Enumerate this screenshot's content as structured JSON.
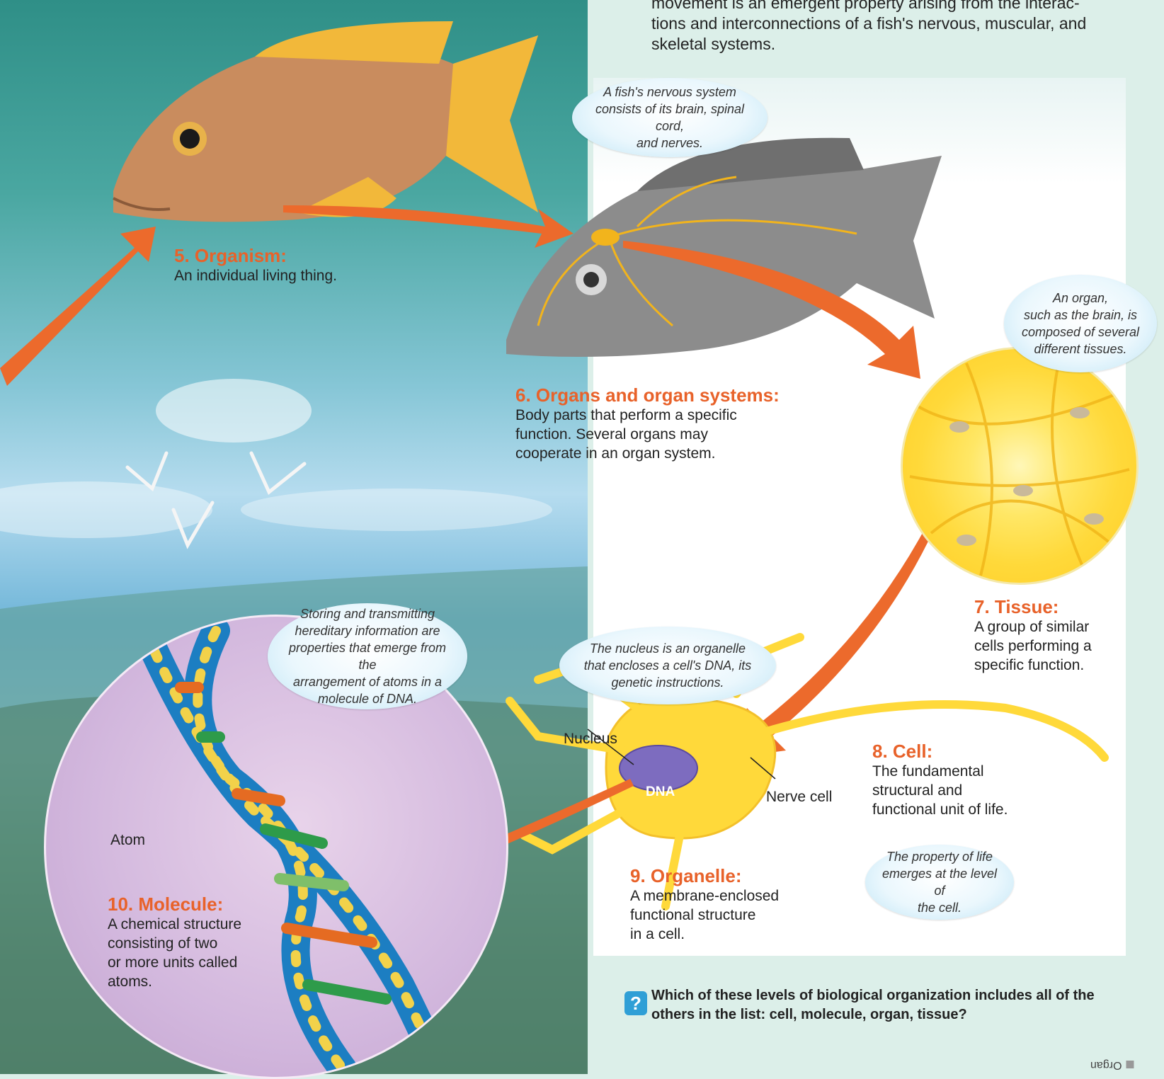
{
  "intro": {
    "lines": [
      "movement is an emergent property arising from the interac-",
      "tions and interconnections of a fish's nervous, muscular, and",
      "skeletal systems."
    ]
  },
  "levels": {
    "organism": {
      "heading": "5. Organism:",
      "desc": "An individual living thing."
    },
    "organs": {
      "heading": "6. Organs and organ systems:",
      "desc_lines": [
        "Body parts that perform a specific",
        "function. Several organs may",
        "cooperate in an organ system."
      ]
    },
    "tissue": {
      "heading": "7. Tissue:",
      "desc_lines": [
        "A group of similar",
        "cells performing a",
        "specific function."
      ]
    },
    "cell": {
      "heading": "8. Cell:",
      "desc_lines": [
        "The fundamental",
        "structural and",
        "functional unit of life."
      ]
    },
    "organelle": {
      "heading": "9. Organelle:",
      "desc_lines": [
        "A membrane-enclosed",
        "functional structure",
        "in a cell."
      ]
    },
    "molecule": {
      "heading": "10. Molecule:",
      "desc_lines": [
        "A chemical structure",
        "consisting of two",
        "or more units called",
        "atoms."
      ]
    }
  },
  "bubbles": {
    "nervous": [
      "A fish's nervous system",
      "consists of its brain, spinal cord,",
      "and nerves."
    ],
    "organ": [
      "An organ,",
      "such as the brain, is",
      "composed of several",
      "different tissues."
    ],
    "nucleus": [
      "The nucleus is an organelle",
      "that encloses a cell's DNA, its",
      "genetic instructions."
    ],
    "dna": [
      "Storing and transmitting",
      "hereditary information are",
      "properties that emerge from the",
      "arrangement of atoms in a",
      "molecule of DNA."
    ],
    "life": [
      "The property of life",
      "emerges at the level of",
      "the cell."
    ]
  },
  "labels": {
    "nucleus": "Nucleus",
    "dna": "DNA",
    "nerve_cell": "Nerve cell",
    "atom": "Atom"
  },
  "question": {
    "icon": "?",
    "lines": [
      "Which of these levels of biological organization includes all of the",
      "others in the list: cell, molecule, organ, tissue?"
    ]
  },
  "answer": "Organ",
  "colors": {
    "accent": "#e8622a",
    "arrow": "#ec6a2c",
    "bubble": "#cdebf8",
    "question_icon": "#2f9fd6"
  }
}
